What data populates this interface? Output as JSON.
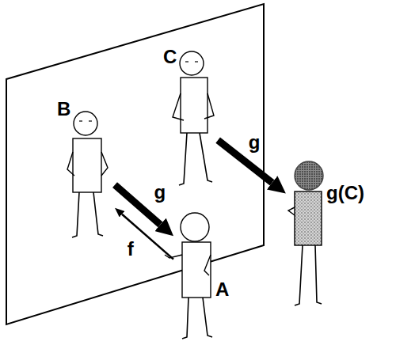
{
  "diagram": {
    "nodes": [
      {
        "text": [
          "B"
        ]
      },
      {
        "text": [
          "C"
        ]
      },
      {
        "text": [
          "A"
        ]
      },
      {
        "text": [
          "g(C)"
        ]
      }
    ],
    "edges": [
      {
        "from": 2,
        "to": 0,
        "label": "f",
        "arrow": "to"
      },
      {
        "from": 0,
        "to": 2,
        "label": "g",
        "arrow": "to"
      },
      {
        "from": 1,
        "to": 3,
        "label": "g",
        "arrow": "to"
      }
    ]
  }
}
